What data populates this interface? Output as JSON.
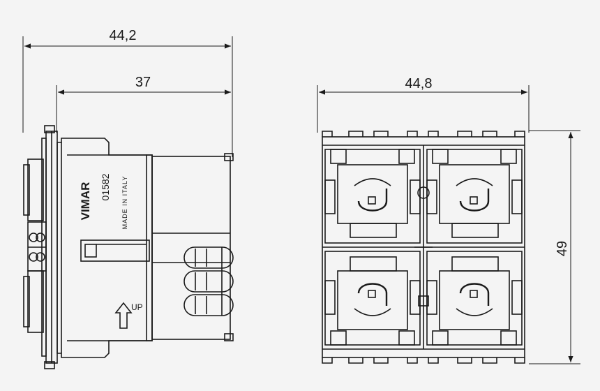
{
  "dimensions": {
    "side_overall_width": "44,2",
    "side_body_width": "37",
    "front_width": "44,8",
    "front_height": "49"
  },
  "labels": {
    "brand": "VIMAR",
    "code": "01582",
    "origin": "MADE IN ITALY",
    "up": "UP"
  },
  "icons": {
    "up_arrow": "up-arrow-icon"
  },
  "colors": {
    "background": "#f4f4f4",
    "lines": "#1a1a1a"
  }
}
